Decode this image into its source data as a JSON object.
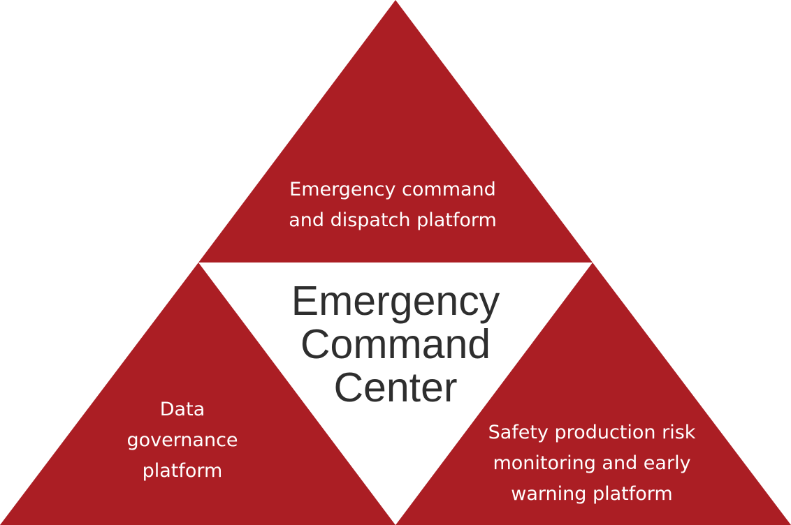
{
  "colors": {
    "triangle_fill": "#ab1e24",
    "background": "#ffffff",
    "center_text": "#2e2e2e",
    "label_text": "#ffffff"
  },
  "center": {
    "lines": [
      "Emergency",
      "Command",
      "Center"
    ]
  },
  "platforms": {
    "top": {
      "lines": [
        "Emergency command",
        "and dispatch platform"
      ]
    },
    "left": {
      "lines": [
        "Data",
        "governance",
        "platform"
      ]
    },
    "right": {
      "lines": [
        "Safety production risk",
        "monitoring and early",
        "warning platform"
      ]
    }
  }
}
